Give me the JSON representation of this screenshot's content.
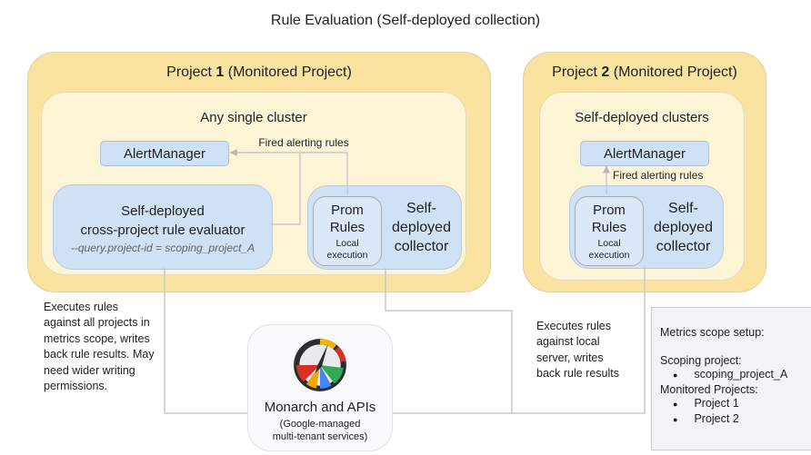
{
  "title": "Rule Evaluation (Self-deployed collection)",
  "appearance": {
    "project_fill": "#fae2a0",
    "cluster_fill": "#fdf3d5",
    "component_fill": "#cfe1f4",
    "prom_fill": "#dbe8f7",
    "panel_fill": "#f1f3f4",
    "connector_color": "#c6c9cd",
    "text_dark": "#202124",
    "text_gray": "#5f6368",
    "gauge_icon_colors": {
      "ring": "#2b2e31",
      "face": "#e8eaed",
      "red": "#d93025",
      "yellow": "#f0a800",
      "blue": "#4285f4",
      "green": "#34a853"
    }
  },
  "project1": {
    "title_prefix": "Project ",
    "title_number": "1",
    "title_suffix": " (Monitored Project)",
    "cluster_label": "Any single cluster",
    "alertmanager": "AlertManager",
    "fired_alerting_rules": "Fired alerting rules",
    "evaluator_name": "Self-deployed\ncross-project rule evaluator",
    "evaluator_flag": "--query.project-id = scoping_project_A",
    "prom_rules": "Prom\nRules",
    "prom_exec": "Local\nexecution",
    "collector_label": "Self-\ndeployed\ncollector"
  },
  "project2": {
    "title_prefix": "Project ",
    "title_number": "2",
    "title_suffix": " (Monitored Project)",
    "cluster_label": "Self-deployed clusters",
    "alertmanager": "AlertManager",
    "fired_alerting_rules": "Fired alerting rules",
    "prom_rules": "Prom\nRules",
    "prom_exec": "Local\nexecution",
    "collector_label": "Self-\ndeployed\ncollector"
  },
  "monarch": {
    "icon": "monitoring-gauge-icon",
    "label": "Monarch and APIs",
    "sublabel": "(Google-managed\nmulti-tenant services)"
  },
  "annotations": {
    "left": "Executes rules\nagainst all projects in\nmetrics scope, writes\nback rule results. May\nneed wider writing\npermissions.",
    "right": "Executes rules\nagainst local\nserver, writes\nback rule results"
  },
  "metrics_scope_panel": {
    "title": "Metrics scope setup:",
    "scoping_label": "Scoping project:",
    "bullet": "●",
    "scoping_items": [
      "scoping_project_A"
    ],
    "monitored_label": "Monitored Projects:",
    "monitored_items": [
      "Project 1",
      "Project 2"
    ]
  }
}
